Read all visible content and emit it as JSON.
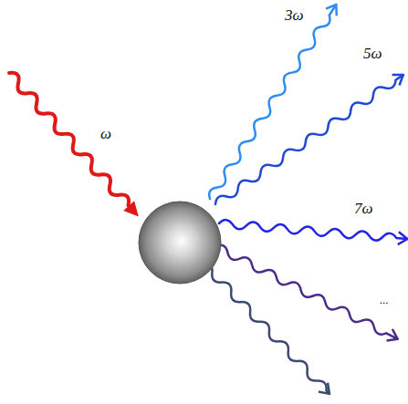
{
  "diagram": {
    "labels": [
      "ω",
      "3ω",
      "5ω",
      "7ω",
      "..."
    ]
  }
}
